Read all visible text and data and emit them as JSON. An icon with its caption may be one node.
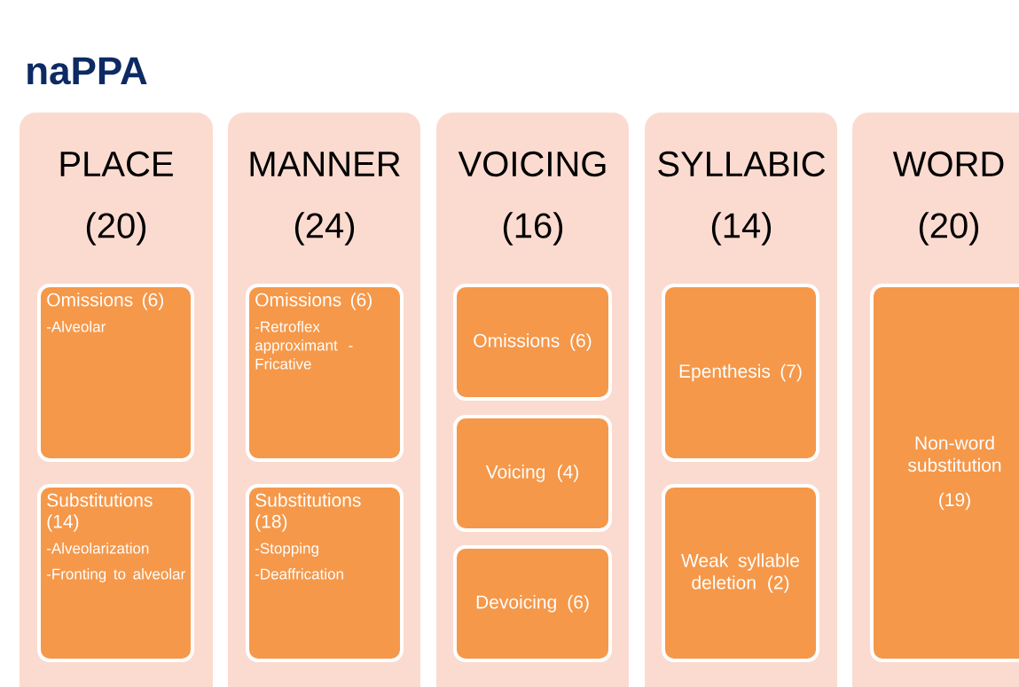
{
  "diagram": {
    "title": "naPPA",
    "nodes": [
      {
        "text": [
          "PLACE",
          "(20)"
        ]
      },
      {
        "text": [
          "Omissions (6)",
          "-Alveolar"
        ],
        "in": 0
      },
      {
        "text": [
          "Substitutions (14)",
          "-Alveolarization",
          "-Fronting to alveolar"
        ],
        "in": 0
      },
      {
        "text": [
          "MANNER",
          "(24)"
        ]
      },
      {
        "text": [
          "Omissions (6)",
          "-Retroflex approximant -Fricative"
        ],
        "in": 3
      },
      {
        "text": [
          "Substitutions (18)",
          "-Stopping",
          "-Deaffrication"
        ],
        "in": 3
      },
      {
        "text": [
          "VOICING",
          "(16)"
        ]
      },
      {
        "text": [
          "Omissions (6)"
        ],
        "in": 6
      },
      {
        "text": [
          "Voicing (4)"
        ],
        "in": 6
      },
      {
        "text": [
          "Devoicing (6)"
        ],
        "in": 6
      },
      {
        "text": [
          "SYLLABIC",
          "(14)"
        ]
      },
      {
        "text": [
          "Epenthesis (7)"
        ],
        "in": 10
      },
      {
        "text": [
          "Weak syllable deletion (2)"
        ],
        "in": 10
      },
      {
        "text": [
          "WORD",
          "(20)"
        ]
      },
      {
        "text": [
          "Non-word substitution",
          "(19)"
        ],
        "in": 13
      }
    ]
  }
}
